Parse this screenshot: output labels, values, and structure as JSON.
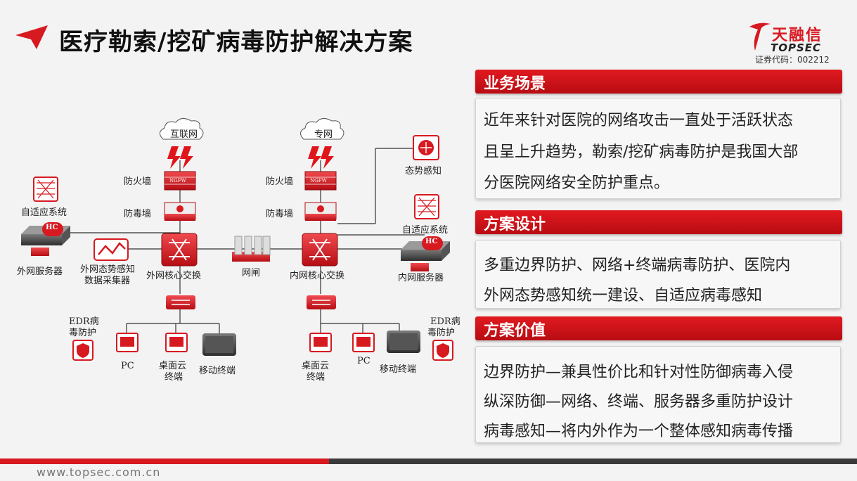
{
  "title": "医疗勒索/挖矿病毒防护解决方案",
  "logo": {
    "cn": "天融信",
    "en": "TOPSEC",
    "code": "证券代码：002212"
  },
  "sections": [
    {
      "heading": "业务场景",
      "lines": [
        "近年来针对医院的网络攻击一直处于活跃状态",
        "且呈上升趋势，勒索/挖矿病毒防护是我国大部",
        "分医院网络安全防护重点。"
      ]
    },
    {
      "heading": "方案设计",
      "lines": [
        "多重边界防护、网络+终端病毒防护、医院内",
        "外网态势感知统一建设、自适应病毒感知"
      ]
    },
    {
      "heading": "方案价值",
      "lines": [
        "边界防护—兼具性价比和针对性防御病毒入侵",
        "纵深防御—网络、终端、服务器多重防护设计",
        "病毒感知—将内外作为一个整体感知病毒传播"
      ]
    }
  ],
  "diagram": {
    "cloud_left": "互联网",
    "cloud_right": "专网",
    "firewall_left": "防火墙",
    "firewall_right": "防火墙",
    "firewall_badge": "NGFW",
    "av_left": "防毒墙",
    "av_right": "防毒墙",
    "adaptive_left": "自适应系统",
    "adaptive_right": "自适应系统",
    "hc": "HC",
    "server_left": "外网服务器",
    "server_right": "内网服务器",
    "collector_l1": "外网态势感知",
    "collector_l2": "数据采集器",
    "core_left": "外网核心交换",
    "core_right": "内网核心交换",
    "gap": "网闸",
    "situation": "态势感知",
    "edr_left_1": "EDR病",
    "edr_left_2": "毒防护",
    "edr_right_1": "EDR病",
    "edr_right_2": "毒防护",
    "pc_left": "PC",
    "pc_right": "PC",
    "desk_left_1": "桌面云",
    "desk_left_2": "终端",
    "desk_right_1": "桌面云",
    "desk_right_2": "终端",
    "mobile_left": "移动终端",
    "mobile_right": "移动终端"
  },
  "footer": {
    "url": "www.topsec.com.cn"
  },
  "colors": {
    "brand_red": "#d71920",
    "dark_bar": "#3a3a3a"
  }
}
